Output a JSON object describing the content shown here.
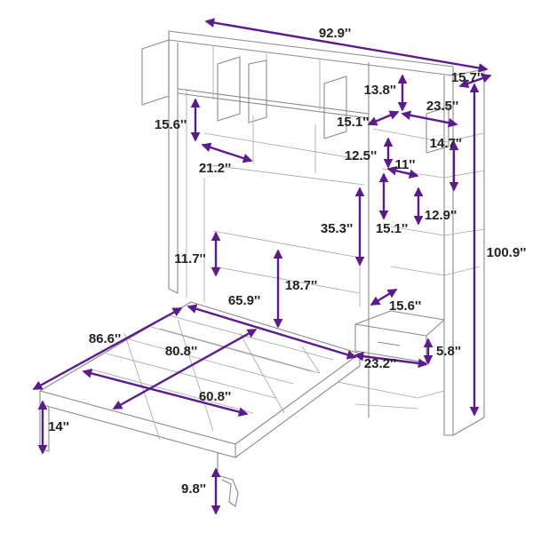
{
  "colors": {
    "dimension": "#5b1a8f",
    "line": "#8a8a8a",
    "text": "#222222"
  },
  "dimensions": {
    "total_width": "92.9''",
    "side_depth": "15.7''",
    "upper_compartment_height": "13.8''",
    "upper_side_width": "23.5''",
    "upper_compartment_depth": "15.1''",
    "upper_shelf_height": "15.6''",
    "upper_shelf_width": "21.2''",
    "side_cabinet_depth": "14.7''",
    "side_shelf_height": "12.5''",
    "side_shelf_width": "11''",
    "side_middle_height": "15.1''",
    "side_lower_shelf_height": "12.9''",
    "headboard_height": "35.3''",
    "total_height": "100.9''",
    "footboard_gap": "11.7''",
    "bed_height": "18.7''",
    "bed_width": "65.9''",
    "nightstand_depth": "15.6''",
    "bed_length": "86.6''",
    "mattress_diagonal": "80.8''",
    "drawer_height": "5.8''",
    "nightstand_width": "23.2''",
    "mattress_width": "60.8''",
    "leg_height": "14''",
    "leg_clearance": "9.8''"
  }
}
